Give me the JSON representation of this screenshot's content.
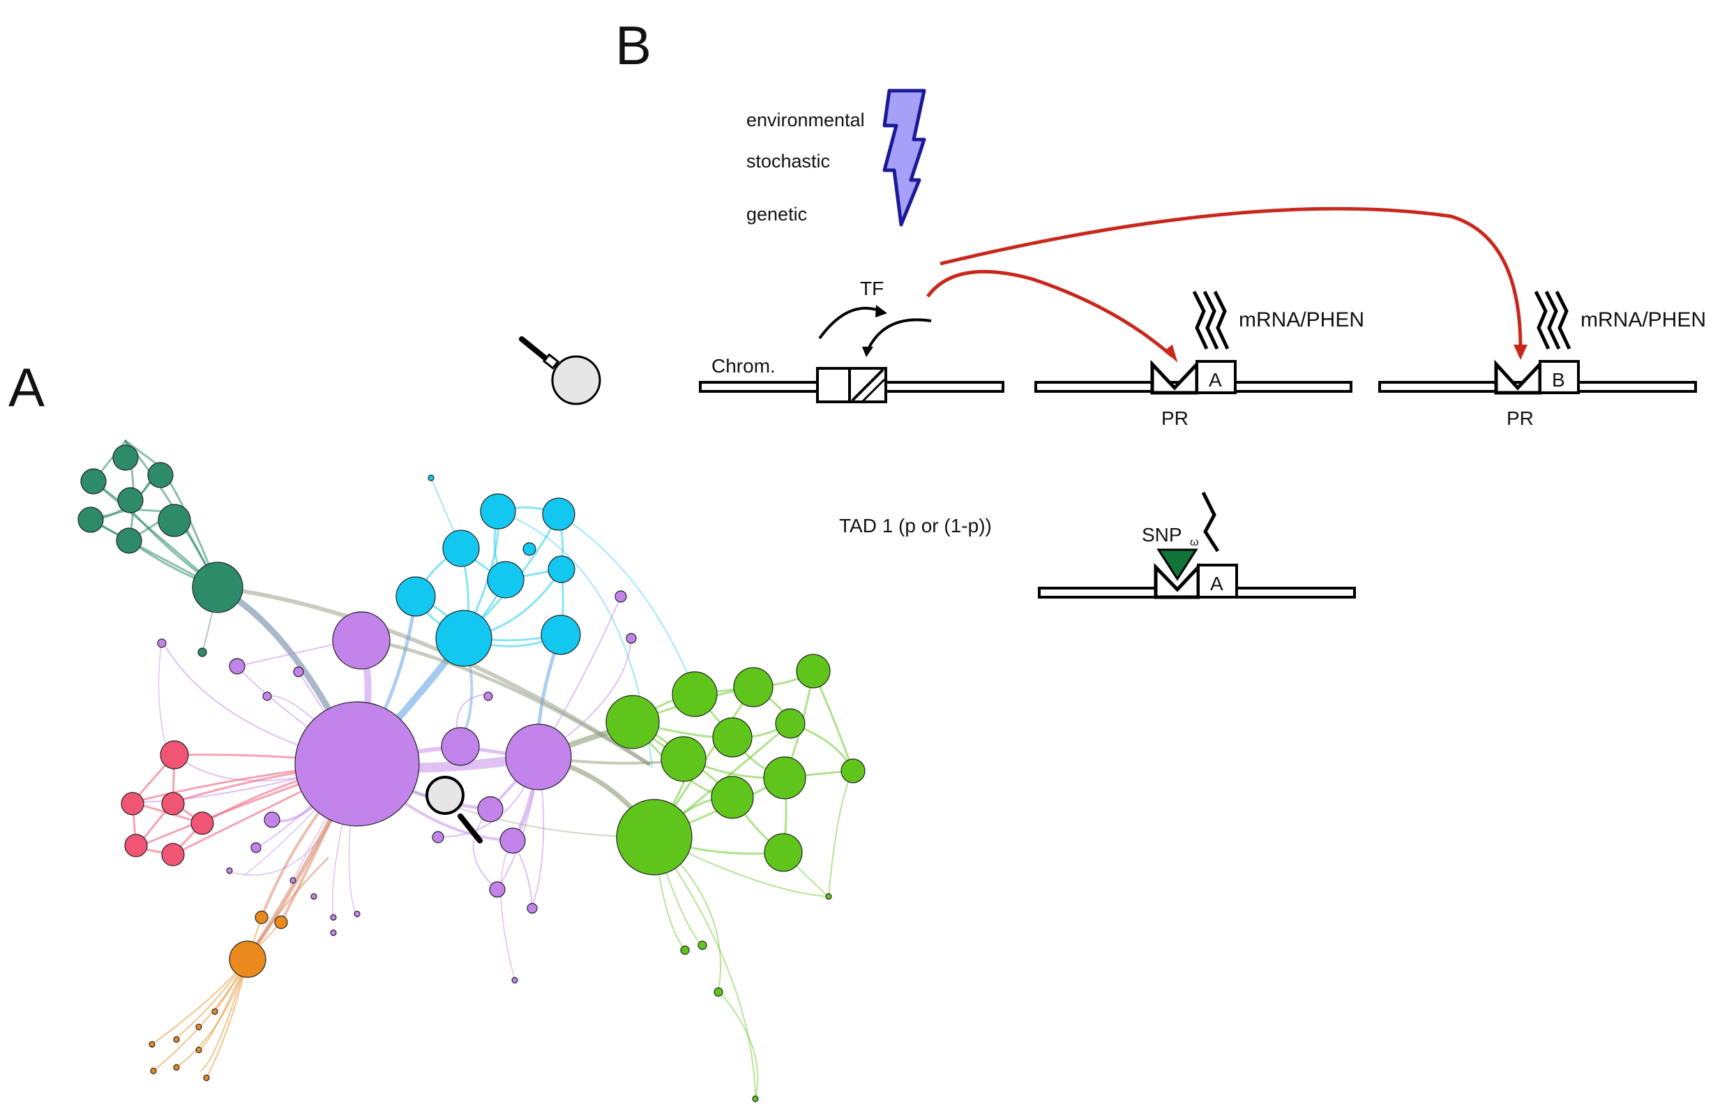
{
  "panels": {
    "a_label": "A",
    "b_label": "B"
  },
  "panel_b": {
    "sources": [
      "environmental",
      "stochastic",
      "genetic"
    ],
    "tf_label": "TF",
    "chrom_label": "Chrom.",
    "gene_a_label": "A",
    "gene_b_label": "B",
    "mrna_label_1": "mRNA/PHEN",
    "mrna_label_2": "mRNA/PHEN",
    "promoter_label_1": "PR",
    "promoter_label_2": "PR",
    "tad_label": "TAD 1 (p or (1-p))",
    "snp_label": "SNP",
    "snp_subscript": "ω",
    "gene_a_label_tad": "A"
  },
  "colors": {
    "teal": "#2e8b6a",
    "cyan": "#12c7f0",
    "purple": "#c283ea",
    "green": "#5fc51b",
    "red": "#f05574",
    "orange": "#ea8a1c",
    "bolt": "#a7a0f8",
    "bolt_edge": "#1a1a96",
    "arrow": "#c8281c",
    "snp": "#11753a"
  },
  "icons": [
    "magnifier-icon",
    "lightning-bolt-icon"
  ]
}
